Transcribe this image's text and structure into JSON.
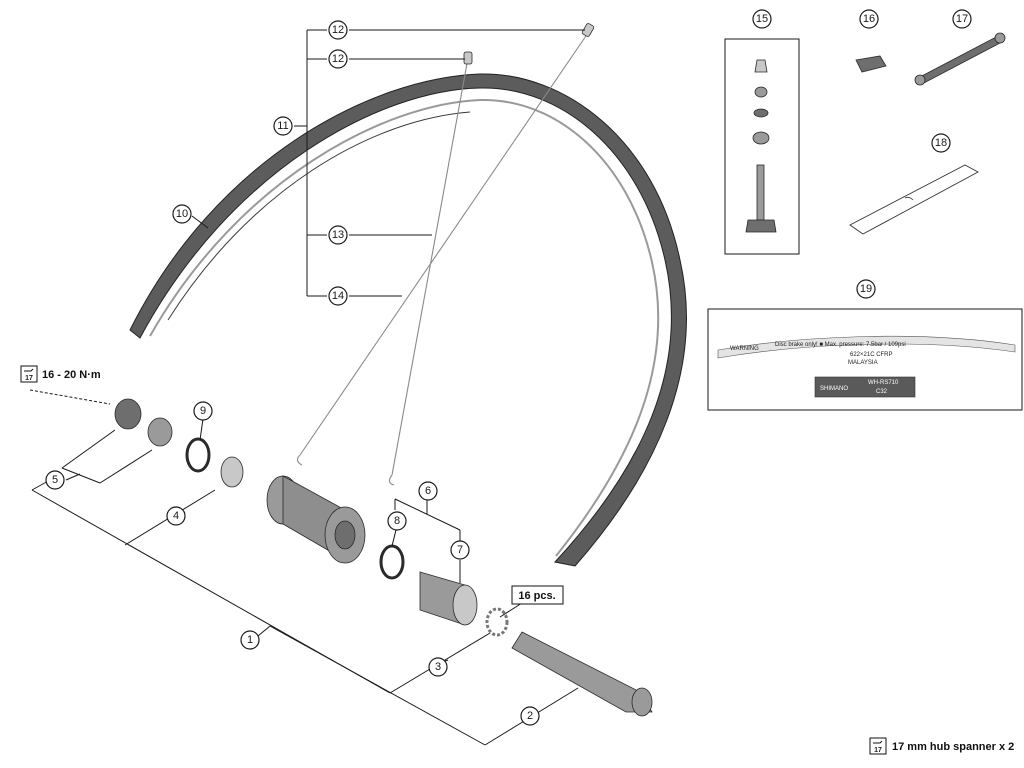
{
  "callouts": {
    "c1": "1",
    "c2": "2",
    "c3": "3",
    "c4": "4",
    "c5": "5",
    "c6": "6",
    "c7": "7",
    "c8": "8",
    "c9": "9",
    "c10": "10",
    "c11": "11",
    "c12a": "12",
    "c12b": "12",
    "c13": "13",
    "c14": "14",
    "c15": "15",
    "c16": "16",
    "c17": "17",
    "c18": "18",
    "c19": "19"
  },
  "torque_spec": {
    "tool_size": "17",
    "text": "16 - 20 N·m"
  },
  "ball_count": {
    "text": "16 pcs."
  },
  "tool_note": {
    "tool_size": "17",
    "text": "17 mm hub spanner x 2"
  },
  "rim_sticker": {
    "warning": "WARNING",
    "line1": "Disc brake only! ■ Max. pressure: 7.5bar / 109psi",
    "size": "622×21C CFRP",
    "origin": "MALAYSIA",
    "brand": "SHIMANO",
    "model": "WH-RS710",
    "model_code": "C32"
  },
  "colors": {
    "line": "#1a1a1a",
    "rim": "#5c5c5c",
    "part": "#9a9a9a"
  }
}
